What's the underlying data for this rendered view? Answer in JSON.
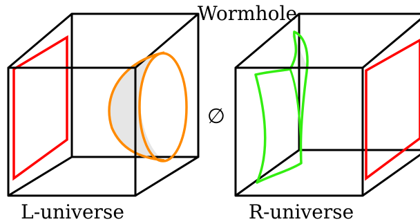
{
  "diagram": {
    "title": "Wormhole",
    "symbol": "∅",
    "left_label": "L-universe",
    "right_label": "R-universe",
    "colors": {
      "edge": "#000000",
      "frame": "#ff0000",
      "left_surface": "#ff8a00",
      "right_surface": "#33ee11",
      "fill": "#e6e6e6"
    }
  }
}
